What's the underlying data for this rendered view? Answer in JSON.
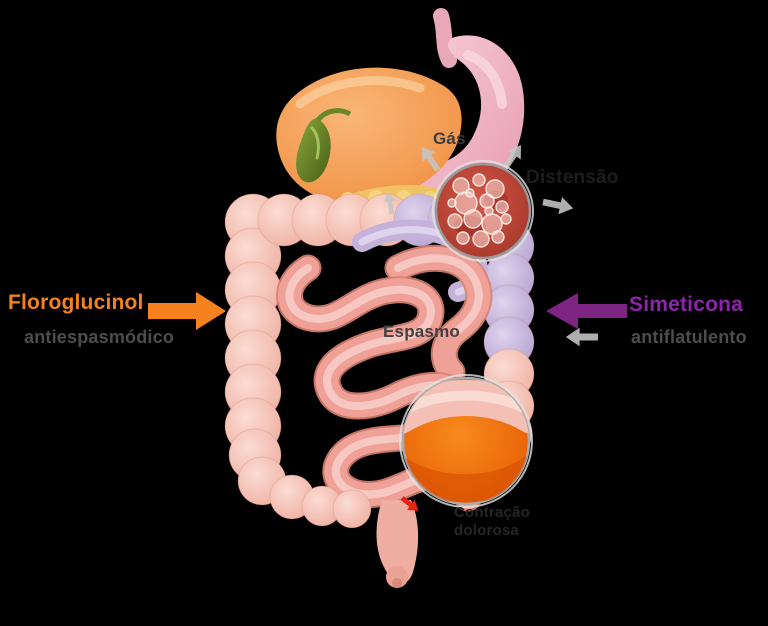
{
  "canvas": {
    "background": "#000000"
  },
  "annotations": {
    "gas_label": "Gás",
    "distension_label": "Distensão",
    "spasm_label": "Espasmo",
    "painful_contraction_line1": "Contração",
    "painful_contraction_line2": "dolorosa"
  },
  "treatments": {
    "left": {
      "name": "Floroglucinol",
      "category": "antiespasmódico",
      "color": "#f5821f"
    },
    "right": {
      "name": "Simeticona",
      "category": "antiflatulento",
      "color": "#7e2483"
    }
  },
  "icons": {
    "gas_zoom_circle": "gas-bubbles-magnifier",
    "inflammation_zoom_circle": "inflamed-bowel-magnifier",
    "swoosh_arrows": "gray-motion-arrows",
    "pain_arrow": "red-pain-arrow"
  },
  "palette": {
    "colon_pink": "#f3bcae",
    "colon_purple_segment": "#bfaed6",
    "small_intestine": "#efa198",
    "liver_orange": "#f49a4e",
    "gallbladder_green": "#5f7d24",
    "pancreas_yellow": "#f0c264",
    "stomach_pink": "#eeadbe",
    "gas_circle_red": "#b84030",
    "inflammation_orange": "#ee6a05"
  }
}
